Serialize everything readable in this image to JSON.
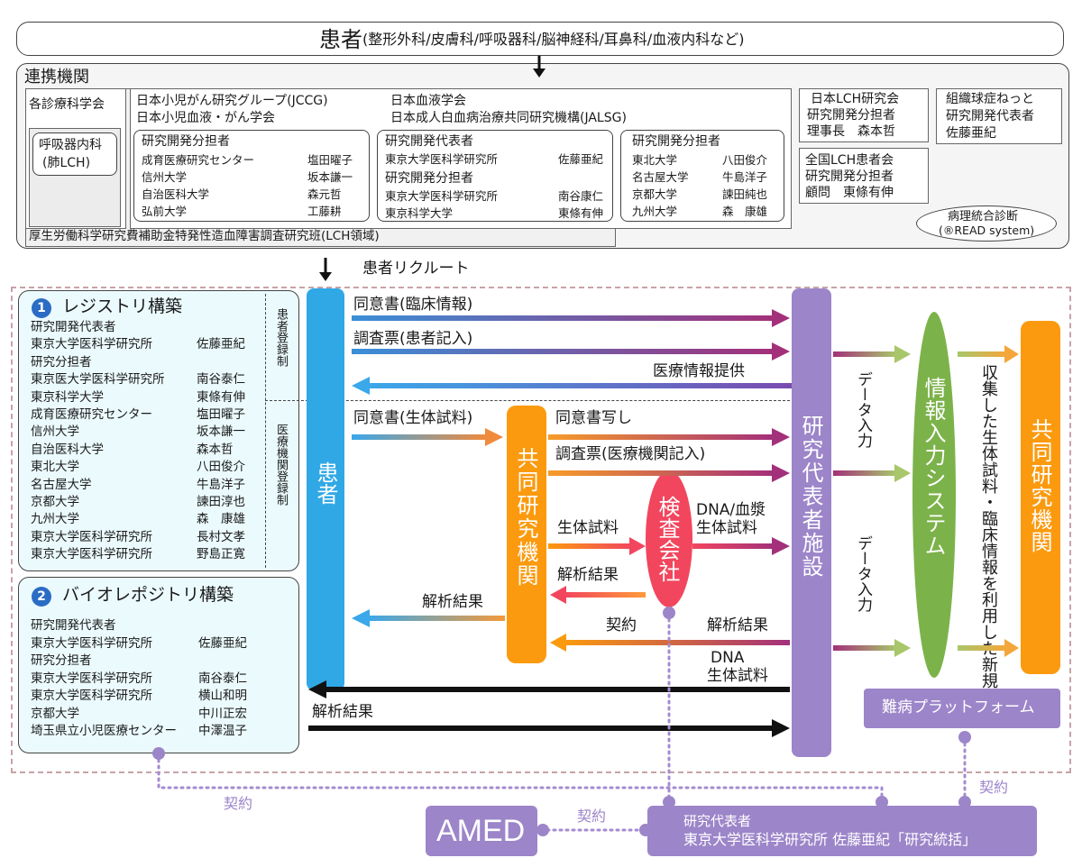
{
  "patient_header": {
    "main": "患者",
    "sub": "(整形外科/皮膚科/呼吸器科/脳神経科/耳鼻科/血液内科など)"
  },
  "partners": {
    "title": "連携機関",
    "dept_society": "各診療科学会",
    "resp_line1": "呼吸器内科",
    "resp_line2": "(肺LCH)",
    "top_orgs": [
      "日本小児がん研究グループ(JCCG)",
      "日本小児血液・がん学会",
      "日本血液学会",
      "日本成人白血病治療共同研究機構(JALSG)"
    ],
    "left_group": {
      "title": "研究開発分担者",
      "rows": [
        [
          "成育医療研究センター",
          "塩田曜子"
        ],
        [
          "信州大学",
          "坂本謙一"
        ],
        [
          "自治医科大学",
          "森元哲"
        ],
        [
          "弘前大学",
          "工藤耕"
        ]
      ]
    },
    "mid_group": {
      "title1": "研究開発代表者",
      "rep": [
        "東京大学医科学研究所",
        "佐藤亜紀"
      ],
      "title2": "研究開発分担者",
      "rows": [
        [
          "東京大学医科学研究所",
          "南谷康仁"
        ],
        [
          "東京科学大学",
          "東條有伸"
        ]
      ]
    },
    "right_group": {
      "title": "研究開発分担者",
      "rows": [
        [
          "東北大学",
          "八田俊介"
        ],
        [
          "名古屋大学",
          "牛島洋子"
        ],
        [
          "京都大学",
          "諫田純也"
        ],
        [
          "九州大学",
          "森　康雄"
        ]
      ]
    },
    "grant_line": "厚生労働科学研究費補助金特発性造血障害調査研究班(LCH領域)",
    "lch_society": [
      "日本LCH研究会",
      "研究開発分担者",
      "理事長　森本哲"
    ],
    "patient_assoc": [
      "全国LCH患者会",
      "研究開発分担者",
      "顧問　東條有伸"
    ],
    "histio": [
      "組織球症ねっと",
      "研究開発代表者",
      "佐藤亜紀"
    ],
    "pathology": [
      "病理統合診断",
      "(®READ system)"
    ]
  },
  "recruit": "患者リクルート",
  "registry": {
    "number": "1",
    "title": "レジストリ構築",
    "members": [
      [
        "研究開発代表者",
        ""
      ],
      [
        "東京大学医科学研究所",
        "佐藤亜紀"
      ],
      [
        "研究分担者",
        ""
      ],
      [
        "東京医大学医科学研究所",
        "南谷泰仁"
      ],
      [
        "東京科学大学",
        "東條有伸"
      ],
      [
        "成育医療研究センター",
        "塩田曜子"
      ],
      [
        "信州大学",
        "坂本謙一"
      ],
      [
        "自治医科大学",
        "森本哲"
      ],
      [
        "東北大学",
        "八田俊介"
      ],
      [
        "名古屋大学",
        "牛島洋子"
      ],
      [
        "京都大学",
        "諫田淳也"
      ],
      [
        "九州大学",
        "森　康雄"
      ],
      [
        "東京大学医科学研究所",
        "長村文孝"
      ],
      [
        "東京大学医科学研究所",
        "野島正寛"
      ]
    ],
    "side_upper": "患者登録制",
    "side_lower": "医療機関登録制"
  },
  "biorepo": {
    "number": "2",
    "title": "バイオレポジトリ構築",
    "members": [
      [
        "研究開発代表者",
        ""
      ],
      [
        "東京大学医科学研究所",
        "佐藤亜紀"
      ],
      [
        "研究分担者",
        ""
      ],
      [
        "東京大学医科学研究所",
        "南谷泰仁"
      ],
      [
        "東京大学医科学研究所",
        "横山和明"
      ],
      [
        "京都大学",
        "中川正宏"
      ],
      [
        "埼玉県立小児医療センター",
        "中澤温子"
      ]
    ]
  },
  "flow": {
    "patient": "患者",
    "joint_inst": "共同研究機関",
    "lab_company": "検査会社",
    "rep_facility": "研究代表者施設",
    "info_system": "情報入力システム",
    "collab": "共同研究機関",
    "new_research": "収集した生体試料・臨床情報を利用した新規研究",
    "data_input_1": "データ入力",
    "data_input_2": "データ入力",
    "consent_clinical": "同意書(臨床情報)",
    "survey_patient": "調査票(患者記入)",
    "medical_info": "医療情報提供",
    "consent_bio": "同意書(生体試料)",
    "consent_copy": "同意書写し",
    "survey_inst": "調査票(医療機関記入)",
    "bio_sample": "生体試料",
    "dna_plasma_1": "DNA/血漿",
    "dna_plasma_2": "生体試料",
    "analysis_1": "解析結果",
    "analysis_2": "解析結果",
    "contract_lab": "契約",
    "analysis_3": "解析結果",
    "dna_1": "DNA",
    "dna_2": "生体試料",
    "analysis_4": "解析結果",
    "rare_platform": "難病プラットフォーム"
  },
  "bottom": {
    "amed": "AMED",
    "contract_1": "契約",
    "contract_2": "契約",
    "contract_3": "契約",
    "pi_line1": "研究代表者",
    "pi_line2": "東京大学医科学研究所 佐藤亜紀「研究統括」"
  },
  "colors": {
    "blue": "#30a8e6",
    "orange": "#fb9a0e",
    "purple": "#9c85c9",
    "green": "#7cb24a",
    "red": "#f2465e",
    "dashed_border": "#c8a2a8"
  }
}
